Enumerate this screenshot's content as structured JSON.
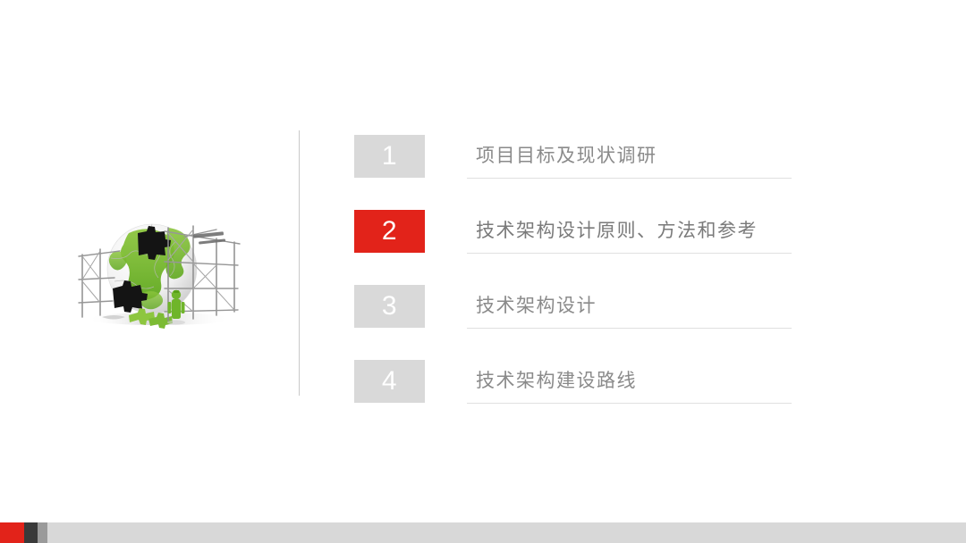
{
  "slide": {
    "background_color": "#ffffff",
    "accent_color": "#e2231a",
    "inactive_box_color": "#d9d9d9",
    "text_color": "#8a8a8a",
    "rule_color": "#e0e0e0",
    "divider_color": "#c9c9c9"
  },
  "illustration": {
    "alt": "green and white jigsaw puzzle globe under construction scaffolding with a worker figure",
    "icon_name": "globe-puzzle-scaffolding-image"
  },
  "agenda": {
    "items": [
      {
        "number": "1",
        "label": "项目目标及现状调研",
        "active": false
      },
      {
        "number": "2",
        "label": "技术架构设计原则、方法和参考",
        "active": true
      },
      {
        "number": "3",
        "label": "技术架构设计",
        "active": false
      },
      {
        "number": "4",
        "label": "技术架构建设路线",
        "active": false
      }
    ]
  },
  "bottom_bar": {
    "segments": [
      {
        "name": "red",
        "color": "#e2231a"
      },
      {
        "name": "dark",
        "color": "#3a3a3a"
      },
      {
        "name": "gray",
        "color": "#9a9a9a"
      },
      {
        "name": "light",
        "color": "#d8d8d8"
      }
    ]
  }
}
